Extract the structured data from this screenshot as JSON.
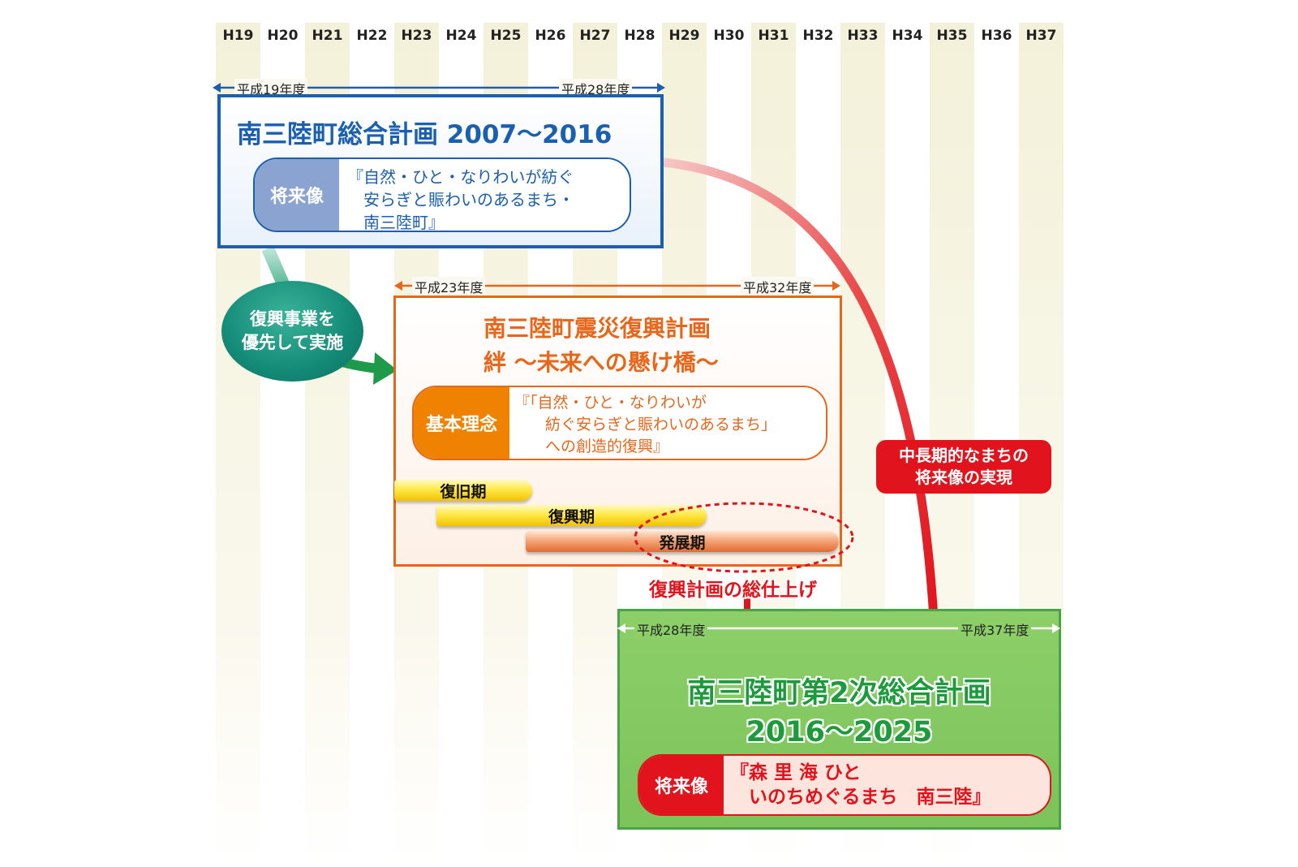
{
  "years": [
    "H19",
    "H20",
    "H21",
    "H22",
    "H23",
    "H24",
    "H25",
    "H26",
    "H27",
    "H28",
    "H29",
    "H30",
    "H31",
    "H32",
    "H33",
    "H34",
    "H35",
    "H36",
    "H37"
  ],
  "plan1": {
    "start_label": "平成19年度",
    "end_label": "平成28年度",
    "title": "南三陸町総合計画 2007〜2016",
    "vision_label": "将来像",
    "vision_text": "『自然・ひと・なりわいが紡ぐ\n　安らぎと賑わいのあるまち・\n　南三陸町』",
    "color": "#1a5fb0"
  },
  "plan2": {
    "start_label": "平成23年度",
    "end_label": "平成32年度",
    "title_line1": "南三陸町震災復興計画",
    "title_line2": "絆 〜未来への懸け橋〜",
    "principle_label": "基本理念",
    "principle_text": "『「自然・ひと・なりわいが\n　　紡ぐ安らぎと賑わいのあるまち」\n　　への創造的復興』",
    "phases": [
      "復旧期",
      "復興期",
      "発展期"
    ],
    "color": "#e8661a"
  },
  "plan3": {
    "start_label": "平成28年度",
    "end_label": "平成37年度",
    "title_line1": "南三陸町第2次総合計画",
    "title_line2": "2016〜2025",
    "vision_label": "将来像",
    "vision_text": "『森 里 海 ひと\n　いのちめぐるまち　南三陸』",
    "color": "#4aa24a"
  },
  "callouts": {
    "priority": "復興事業を\n優先して実施",
    "realization": "中長期的なまちの\n将来像の実現",
    "finish": "復興計画の総仕上げ"
  }
}
